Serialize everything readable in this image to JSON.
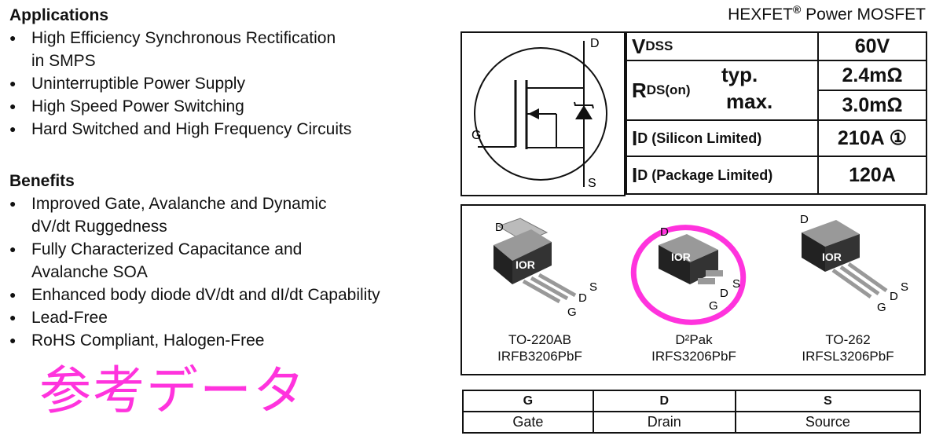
{
  "applications": {
    "heading": "Applications",
    "items": [
      "High Efficiency Synchronous Rectification",
      "in SMPS",
      "Uninterruptible Power Supply",
      "High Speed Power Switching",
      "Hard Switched and High Frequency Circuits"
    ]
  },
  "benefits": {
    "heading": "Benefits",
    "items": [
      "Improved  Gate, Avalanche and Dynamic",
      "dV/dt  Ruggedness",
      "Fully Characterized Capacitance and",
      "Avalanche SOA",
      "Enhanced body diode dV/dt and dI/dt Capability",
      "Lead-Free",
      "RoHS Compliant, Halogen-Free"
    ]
  },
  "annotation": "参考データ",
  "doc_title": {
    "main": "HEXFET",
    "reg": "®",
    "rest": " Power MOSFET"
  },
  "symbol": {
    "d": "D",
    "g": "G",
    "s": "S"
  },
  "specs": {
    "vdss": {
      "main": "V",
      "sub": "DSS",
      "value": "60V"
    },
    "rds": {
      "main": "R",
      "sub": "DS(on)",
      "typ_label": "typ.",
      "max_label": "max.",
      "typ_value": "2.4mΩ",
      "max_value": "3.0mΩ"
    },
    "id_si": {
      "main": "I",
      "sub": "D (Silicon Limited)",
      "value": "210A ①"
    },
    "id_pkg": {
      "main": "I",
      "sub": "D (Package Limited)",
      "value": "120A"
    }
  },
  "packages": [
    {
      "pkg": "TO-220AB",
      "part": "IRFB3206PbF",
      "logo": "IOR",
      "pins": {
        "d_top": "D",
        "g": "G",
        "d": "D",
        "s": "S"
      }
    },
    {
      "pkg": "D²Pak",
      "part": "IRFS3206PbF",
      "logo": "IOR",
      "pins": {
        "d_top": "D",
        "g": "G",
        "d": "D",
        "s": "S"
      }
    },
    {
      "pkg": "TO-262",
      "part": "IRFSL3206PbF",
      "logo": "IOR",
      "pins": {
        "d_top": "D",
        "g": "G",
        "d": "D",
        "s": "S"
      }
    }
  ],
  "pin_table": {
    "symbols": [
      "G",
      "D",
      "S"
    ],
    "names": [
      "Gate",
      "Drain",
      "Source"
    ]
  },
  "colors": {
    "annotation": "#ff33dd",
    "highlight_circle": "#ff33dd",
    "ink": "#111111"
  }
}
